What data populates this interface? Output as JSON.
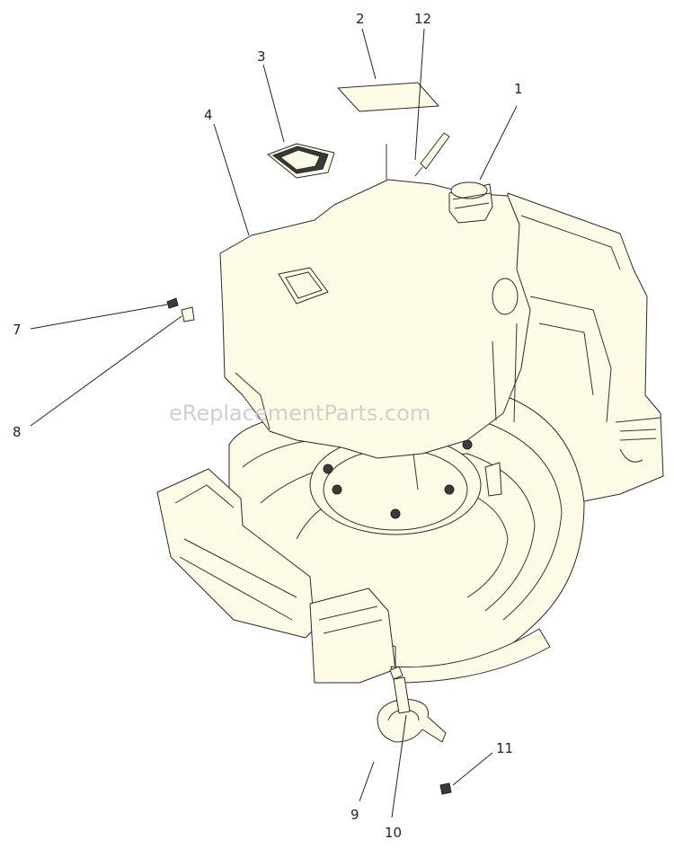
{
  "watermark": "eReplacementParts.com",
  "callouts": [
    {
      "id": "1",
      "label": "1"
    },
    {
      "id": "2",
      "label": "2"
    },
    {
      "id": "3",
      "label": "3"
    },
    {
      "id": "4",
      "label": "4"
    },
    {
      "id": "7",
      "label": "7"
    },
    {
      "id": "8",
      "label": "8"
    },
    {
      "id": "9",
      "label": "9"
    },
    {
      "id": "10",
      "label": "10"
    },
    {
      "id": "11",
      "label": "11"
    },
    {
      "id": "12",
      "label": "12"
    }
  ]
}
